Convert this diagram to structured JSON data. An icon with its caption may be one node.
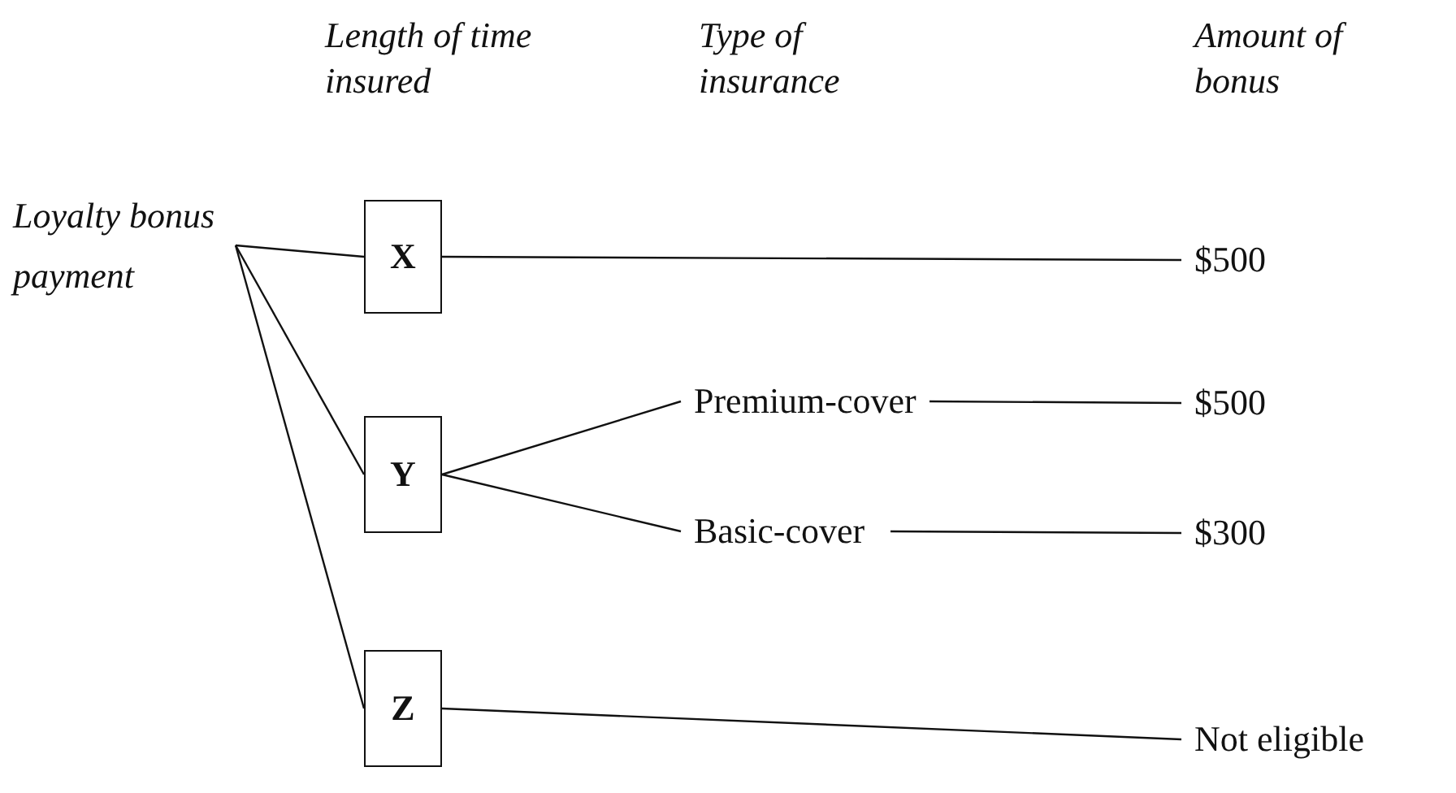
{
  "diagram": {
    "nodes": [
      {
        "text": [
          "Loyalty bonus payment"
        ]
      },
      {
        "text": [
          "X"
        ]
      },
      {
        "text": [
          "Y"
        ]
      },
      {
        "text": [
          "Z"
        ]
      },
      {
        "text": [
          "Premium-cover"
        ]
      },
      {
        "text": [
          "Basic-cover"
        ]
      },
      {
        "text": [
          "$500"
        ]
      },
      {
        "text": [
          "$500"
        ]
      },
      {
        "text": [
          "$300"
        ]
      },
      {
        "text": [
          "Not eligible"
        ]
      }
    ],
    "edges": [
      {
        "from": 0,
        "to": 1,
        "arrow": "none"
      },
      {
        "from": 0,
        "to": 2,
        "arrow": "none"
      },
      {
        "from": 0,
        "to": 3,
        "arrow": "none"
      },
      {
        "from": 1,
        "to": 6,
        "arrow": "none"
      },
      {
        "from": 2,
        "to": 4,
        "arrow": "none"
      },
      {
        "from": 2,
        "to": 5,
        "arrow": "none"
      },
      {
        "from": 4,
        "to": 7,
        "arrow": "none"
      },
      {
        "from": 5,
        "to": 8,
        "arrow": "none"
      },
      {
        "from": 3,
        "to": 9,
        "arrow": "none"
      }
    ],
    "labels": [
      "Length of time insured",
      "Type of insurance",
      "Amount of bonus"
    ]
  }
}
